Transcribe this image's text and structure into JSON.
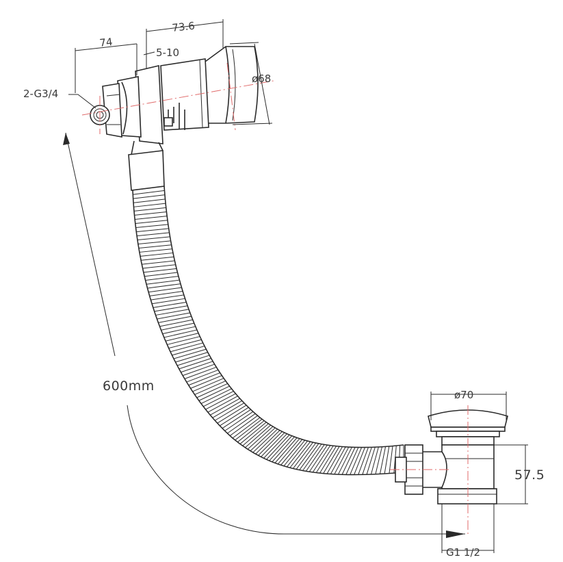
{
  "dimensions": {
    "flange_width": "74",
    "body_length": "73.6",
    "wall_range": "5-10",
    "cap_diameter": "ø68",
    "inlet_thread": "2-G3/4",
    "hose_length": "600mm",
    "plug_diameter": "ø70",
    "waste_height": "57.5",
    "outlet_thread": "G1 1/2"
  },
  "colors": {
    "outline": "#2a2a2a",
    "centerline": "#e06a6a",
    "text": "#3a3a3a"
  }
}
